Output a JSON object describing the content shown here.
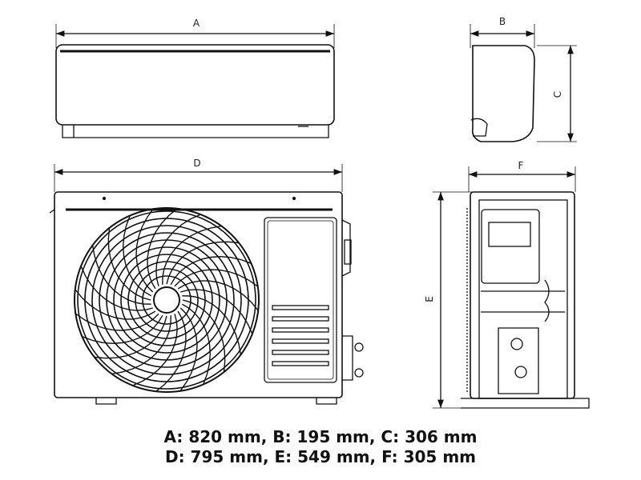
{
  "labels": {
    "a": "A",
    "b": "B",
    "c": "C",
    "d": "D",
    "e": "E",
    "f": "F"
  },
  "dimensions": {
    "line1": "A: 820 mm, B: 195 mm, C: 306 mm",
    "line2": "D: 795 mm, E: 549 mm, F: 305 mm"
  }
}
